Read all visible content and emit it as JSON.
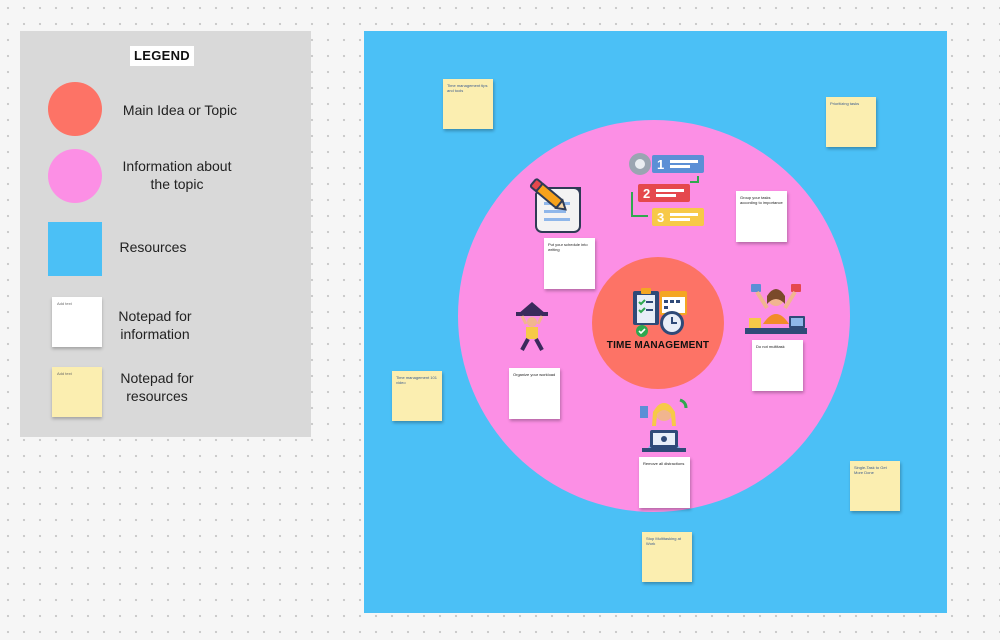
{
  "legend": {
    "title": "LEGEND",
    "items": [
      {
        "label_line1": "Main Idea or Topic",
        "label_line2": "",
        "color": "#fd7366"
      },
      {
        "label_line1": "Information about",
        "label_line2": "the topic",
        "color": "#fc8fe5"
      },
      {
        "label_line1": "Resources",
        "label_line2": "",
        "color": "#4bc0f6"
      },
      {
        "label_line1": "Notepad for",
        "label_line2": "information",
        "color": "#ffffff",
        "note_text": "Add text"
      },
      {
        "label_line1": "Notepad for",
        "label_line2": "resources",
        "color": "#fbeeb0",
        "note_text": "Add text"
      }
    ]
  },
  "colors": {
    "resources_bg": "#4bc0f6",
    "info_circle": "#fc8fe5",
    "main_circle": "#fd7366",
    "white_note": "#ffffff",
    "yellow_note": "#fbeeb0"
  },
  "center": {
    "title": "TIME MANAGEMENT",
    "icon": "calendar-clock-checklist-icon"
  },
  "info_notes": [
    {
      "text": "Put your schedule into writing"
    },
    {
      "text": "Group your tasks according to importance"
    },
    {
      "text": "Do not multitask"
    },
    {
      "text": "Organize your workload"
    },
    {
      "text": "Remove all distractions"
    }
  ],
  "resource_notes": [
    {
      "text": "Time management tips and tools"
    },
    {
      "text": "Prioritizing tasks"
    },
    {
      "text": "Time management 101 video"
    },
    {
      "text": "Single-Task to Get More Done"
    },
    {
      "text": "Stop Multitasking at Work"
    }
  ],
  "illustrations": [
    {
      "name": "writing-schedule-icon"
    },
    {
      "name": "numbered-priority-list-icon"
    },
    {
      "name": "multitasking-person-icon"
    },
    {
      "name": "weight-lifting-person-icon"
    },
    {
      "name": "focused-worker-icon"
    }
  ]
}
